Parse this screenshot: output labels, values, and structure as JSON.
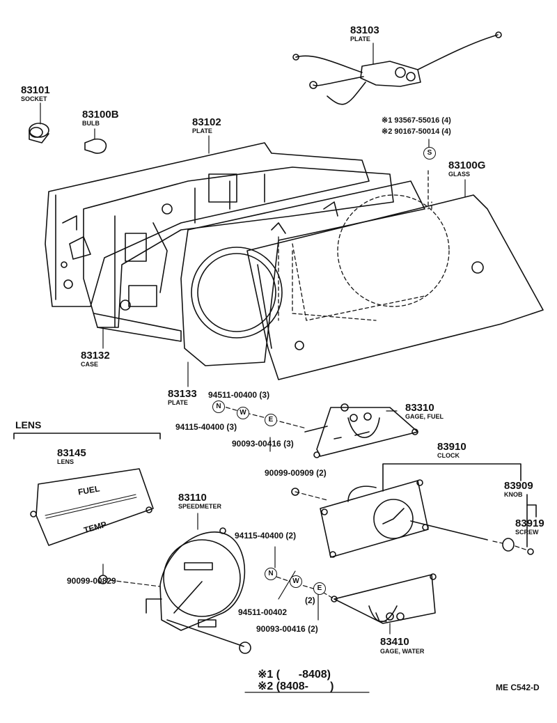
{
  "parts": {
    "p83103": {
      "no": "83103",
      "name": "PLATE"
    },
    "p83101": {
      "no": "83101",
      "name": "SOCKET"
    },
    "p83100b": {
      "no": "83100B",
      "name": "BULB"
    },
    "p83102": {
      "no": "83102",
      "name": "PLATE"
    },
    "note1": {
      "text": "※1 93567-55016 (4)"
    },
    "note2": {
      "text": "※2 90167-50014 (4)"
    },
    "p83100g": {
      "no": "83100G",
      "name": "GLASS"
    },
    "p83132": {
      "no": "83132",
      "name": "CASE"
    },
    "p83133": {
      "no": "83133",
      "name": "PLATE"
    },
    "f94511a": {
      "text": "94511-00400 (3)"
    },
    "f94115a": {
      "text": "94115-40400 (3)"
    },
    "f90093a": {
      "text": "90093-00416 (3)"
    },
    "p83310": {
      "no": "83310",
      "name": "GAGE, FUEL"
    },
    "p83910": {
      "no": "83910",
      "name": "CLOCK"
    },
    "f90099b": {
      "text": "90099-00909 (2)"
    },
    "p83909": {
      "no": "83909",
      "name": "KNOB"
    },
    "p83919": {
      "no": "83919",
      "name": "SCREW"
    },
    "p83145": {
      "no": "83145",
      "name": "LENS"
    },
    "p83110": {
      "no": "83110",
      "name": "SPEEDMETER"
    },
    "f94115b": {
      "text": "94115-40400 (2)"
    },
    "f90099a": {
      "text": "90099-00829"
    },
    "f94511b": {
      "text": "94511-00402"
    },
    "f2": {
      "text": "(2)"
    },
    "f90093b": {
      "text": "90093-00416 (2)"
    },
    "p83410": {
      "no": "83410",
      "name": "GAGE, WATER"
    }
  },
  "section": {
    "lens": "LENS"
  },
  "lens_text": {
    "fuel": "FUEL",
    "temp": "TEMP"
  },
  "symbols": {
    "s": "S",
    "n": "N",
    "w": "W",
    "e": "E"
  },
  "footnote": {
    "line1": "※1 (      -8408)",
    "line2": "※2 (8408-       )"
  },
  "diagram_code": "ME C542-D"
}
